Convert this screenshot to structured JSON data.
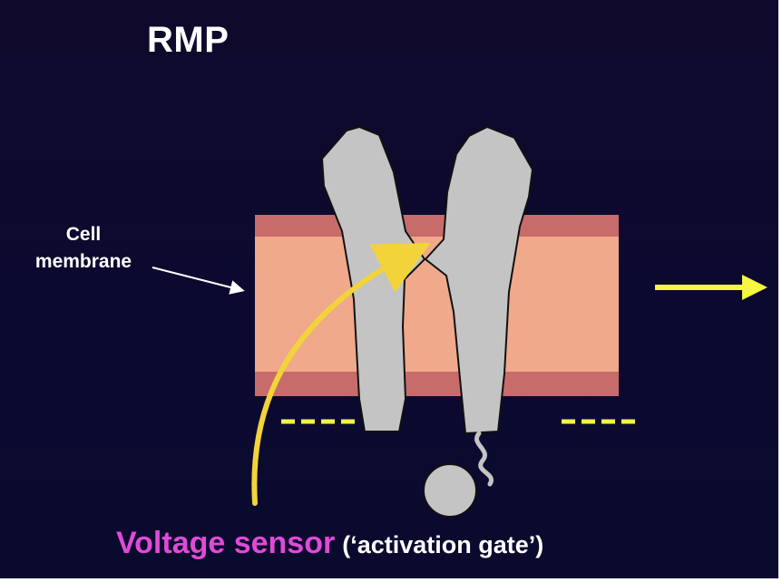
{
  "slide": {
    "title": "RMP",
    "membrane_label": {
      "line1": "Cell",
      "line2": "membrane"
    },
    "caption": {
      "main": "Voltage sensor",
      "sub": "(‘activation gate’)"
    }
  },
  "colors": {
    "background": "#0c0930",
    "membrane_core": "#f0a98b",
    "membrane_edge": "#c86b6b",
    "channel_protein": "#c4c4c4",
    "sensor_arrow": "#f2d43a",
    "flow_arrow": "#f5f542",
    "caption_highlight": "#e04ad6"
  }
}
